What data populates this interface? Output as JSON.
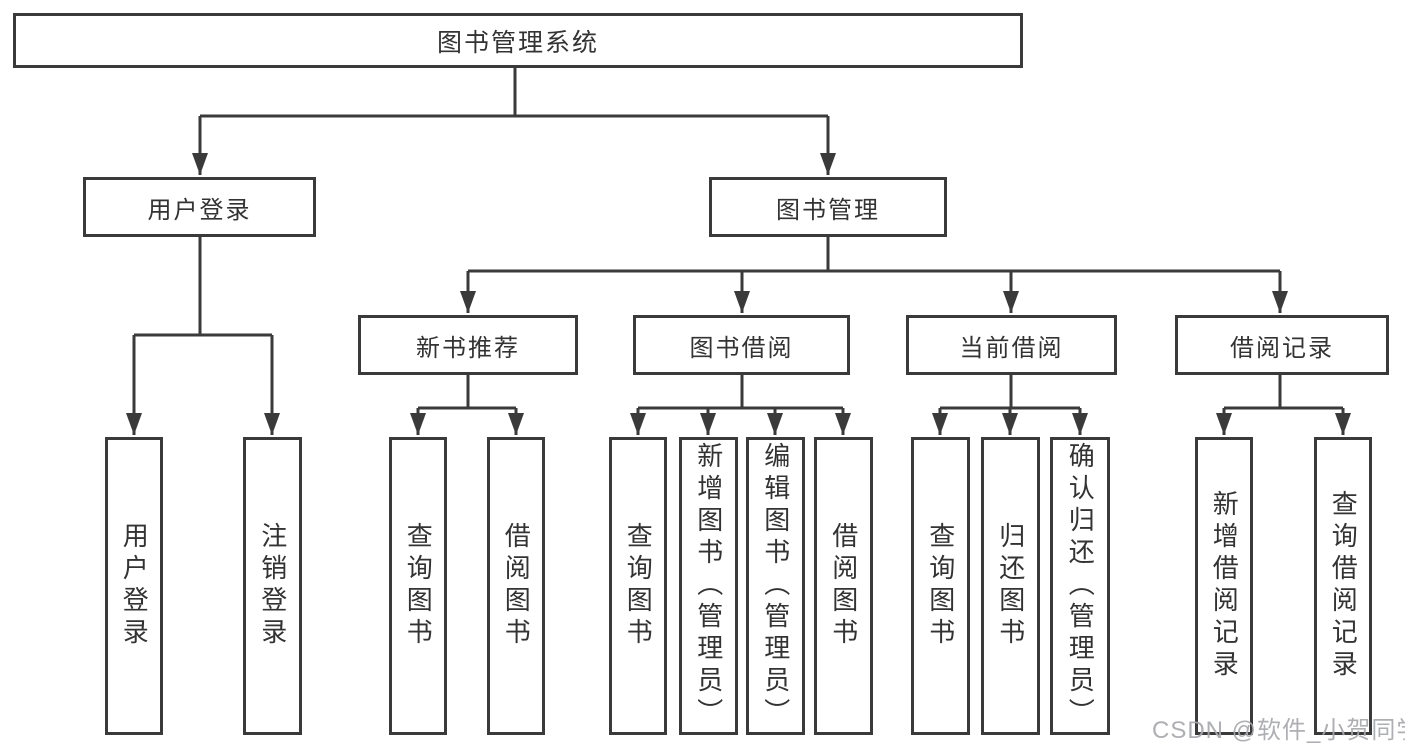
{
  "diagram": {
    "root": {
      "label": "图书管理系统"
    },
    "level2": [
      {
        "id": "user-login",
        "label": "用户登录"
      },
      {
        "id": "book-management",
        "label": "图书管理"
      }
    ],
    "level3": [
      {
        "id": "new-book-recommend",
        "label": "新书推荐"
      },
      {
        "id": "book-borrow",
        "label": "图书借阅"
      },
      {
        "id": "current-borrow",
        "label": "当前借阅"
      },
      {
        "id": "borrow-records",
        "label": "借阅记录"
      }
    ],
    "leaves": [
      {
        "parent": "user-login",
        "label": "用户登录"
      },
      {
        "parent": "user-login",
        "label": "注销登录"
      },
      {
        "parent": "new-book-recommend",
        "label": "查询图书"
      },
      {
        "parent": "new-book-recommend",
        "label": "借阅图书"
      },
      {
        "parent": "book-borrow",
        "label": "查询图书"
      },
      {
        "parent": "book-borrow",
        "label": "新增图书（管理员）"
      },
      {
        "parent": "book-borrow",
        "label": "编辑图书（管理员）"
      },
      {
        "parent": "book-borrow",
        "label": "借阅图书"
      },
      {
        "parent": "current-borrow",
        "label": "查询图书"
      },
      {
        "parent": "current-borrow",
        "label": "归还图书"
      },
      {
        "parent": "current-borrow",
        "label": "确认归还（管理员）"
      },
      {
        "parent": "borrow-records",
        "label": "新增借阅记录"
      },
      {
        "parent": "borrow-records",
        "label": "查询借阅记录"
      }
    ],
    "watermark": "CSDN @软件_小贺同学",
    "colors": {
      "line": "#3a3a3a",
      "text": "#333333",
      "watermark": "#a7a8ac",
      "background": "#ffffff"
    }
  }
}
